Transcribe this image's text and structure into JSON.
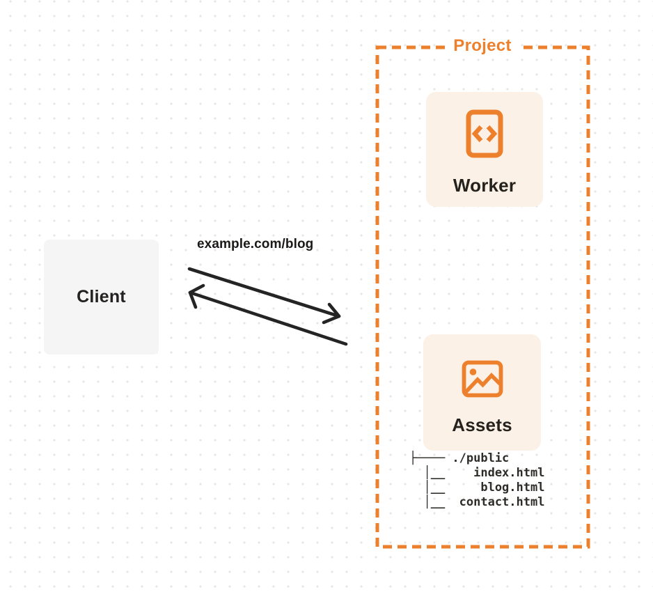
{
  "diagram": {
    "client": {
      "label": "Client"
    },
    "request": {
      "label": "example.com/blog"
    },
    "project": {
      "label": "Project",
      "nodes": [
        {
          "label": "Worker",
          "icon": "code-icon"
        },
        {
          "label": "Assets",
          "icon": "image-icon"
        }
      ],
      "file_tree_text": "├──── ./public\n  │__    index.html\n  │__     blog.html\n  │__  contact.html"
    },
    "colors": {
      "accent_orange": "#ed802d",
      "card_background": "#fbf1e6",
      "client_background": "#f5f5f6",
      "arrow": "#242424",
      "text_dark": "#1f1e1c",
      "dot_grid": "#e6e6e6"
    }
  }
}
